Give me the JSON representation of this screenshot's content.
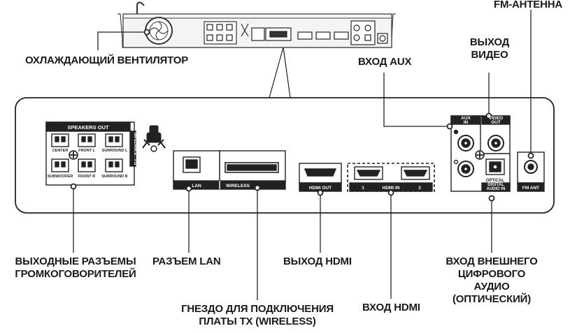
{
  "callouts": {
    "cooling_fan": "ОХЛАЖДАЮЩИЙ ВЕНТИЛЯТОР",
    "aux_in": "ВХОД AUX",
    "video_out": "ВЫХОД\nВИДЕО",
    "fm_antenna": "FM-АНТЕННА",
    "speaker_out": "ВЫХОДНЫЕ РАЗЪЕМЫ\nГРОМКОГОВОРИТЕЛЕЙ",
    "lan_jack": "РАЗЪЕМ LAN",
    "hdmi_out": "ВЫХОД HDMI",
    "digital_audio_in": "ВХОД ВНЕШНЕГО\nЦИФРОВОГО АУДИО\n(ОПТИЧЕСКИЙ)",
    "wireless_jack": "ГНЕЗДО ДЛЯ ПОДКЛЮЧЕНИЯ\nПЛАТЫ TX (WIRELESS)",
    "hdmi_in": "ВХОД HDMI"
  },
  "panel_labels": {
    "speakers_out": "SPEAKERS OUT",
    "impedance": "IMPEDANCE : 3 Ω",
    "center": "CENTER",
    "front_l": "FRONT L",
    "surround_l": "SURROUND L",
    "subwoofer": "SUBWOOFER",
    "front_r": "FRONT R",
    "surround_r": "SURROUND R",
    "lan": "LAN",
    "wireless": "WIRELESS",
    "hdmi_out": "HDMI OUT",
    "hdmi_in": "HDMI IN",
    "hdmi_in_1": "1",
    "hdmi_in_2": "2",
    "aux_in": "AUX\nIN",
    "video_out": "VIDEO\nOUT",
    "optical": "OPTICAL",
    "digital_audio_in": "DIGITAL\nAUDIO IN",
    "fm_ant": "FM ANT"
  }
}
